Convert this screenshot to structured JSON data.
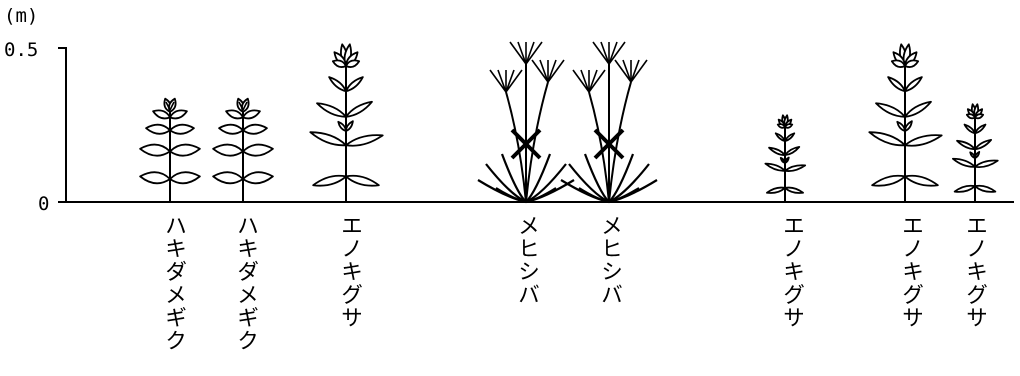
{
  "unit": "(m)",
  "ticks": [
    "0.5",
    "0"
  ],
  "plants": [
    {
      "kind": "broadleaf",
      "name": "ハキダメギク"
    },
    {
      "kind": "broadleaf",
      "name": "ハキダメギク"
    },
    {
      "kind": "foxtail",
      "name": "エノキグサ"
    },
    {
      "kind": "crabgrass",
      "name": "メヒシバ"
    },
    {
      "kind": "crabgrass",
      "name": "メヒシバ"
    },
    {
      "kind": "foxtail",
      "name": "エノキグサ"
    },
    {
      "kind": "foxtail",
      "name": "エノキグサ"
    },
    {
      "kind": "foxtail",
      "name": "エノキグサ"
    }
  ],
  "colors": {
    "ink": "#000000",
    "background": "#ffffff"
  }
}
